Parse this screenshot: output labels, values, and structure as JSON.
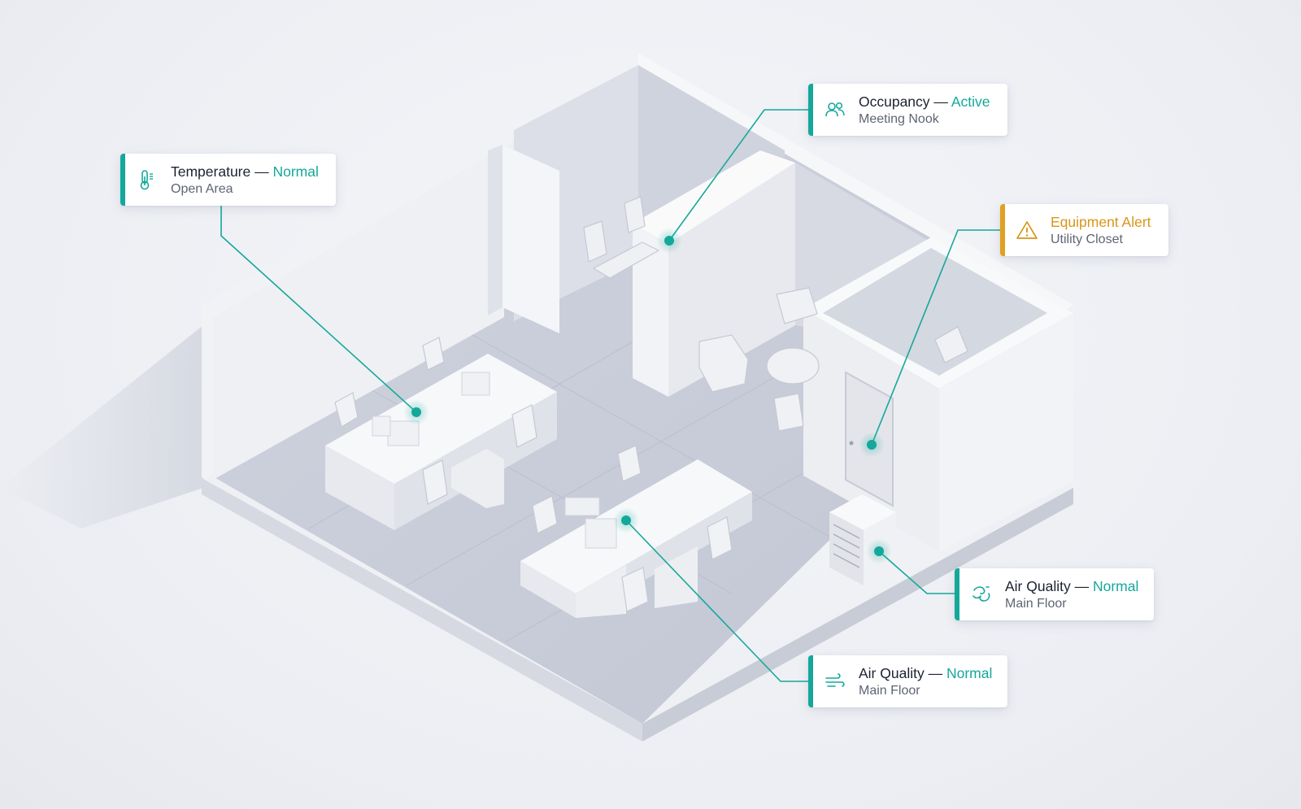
{
  "colors": {
    "accent": "#14a89a",
    "warning": "#e0a020",
    "text": "#1b2230",
    "subtext": "#5e6572"
  },
  "sensors": {
    "temperature": {
      "title": "Temperature",
      "separator": " — ",
      "status": "Normal",
      "location": "Open Area",
      "icon": "thermometer-icon"
    },
    "occupancy": {
      "title": "Occupancy",
      "separator": " — ",
      "status": "Active",
      "location": "Meeting Nook",
      "icon": "people-icon"
    },
    "equipment": {
      "title": "Equipment Alert",
      "location": "Utility Closet",
      "icon": "warning-triangle-icon"
    },
    "air_quality_right": {
      "title": "Air Quality",
      "separator": " — ",
      "status": "Normal",
      "location": "Main Floor",
      "icon": "air-flow-icon"
    },
    "air_quality_bottom": {
      "title": "Air Quality",
      "separator": " — ",
      "status": "Normal",
      "location": "Main Floor",
      "icon": "wind-icon"
    }
  }
}
